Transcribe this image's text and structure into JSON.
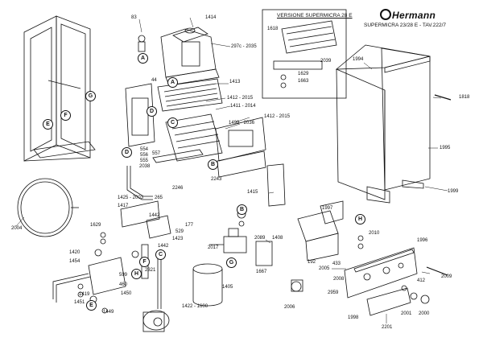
{
  "header": {
    "brand": "Hermann",
    "subtitle": "SUPERMICRA 23/28 E - TAV.222/7"
  },
  "inset": {
    "title": "VERSIONE SUPERMICRA 28 E"
  },
  "part_labels": {
    "p83": "83",
    "p1414": "1414",
    "p297c": "297c - 2035",
    "p1618": "1618",
    "p2039": "2039",
    "p1629": "1629",
    "p1663": "1663",
    "p1994": "1994",
    "p1818": "1818",
    "p44": "44",
    "p1413": "1413",
    "p1412a": "1412 - 2015",
    "p1411": "1411 - 2014",
    "p1412b": "1412 - 2015",
    "p1499": "1499 - 2036",
    "p1995": "1995",
    "p554": "554",
    "p556": "556",
    "p555": "555",
    "p2038": "2038",
    "p557": "557",
    "p2246": "2246",
    "p2243": "2243",
    "p1415": "1415",
    "p1999": "1999",
    "p1425": "1425 - 2003",
    "p265": "265",
    "p1417": "1417",
    "p1442a": "1442",
    "p2004": "2004",
    "p1629b": "1629",
    "p529": "529",
    "p177": "177",
    "p1423": "1423",
    "p1442b": "1442",
    "p1420": "1420",
    "p1454": "1454",
    "p2321": "2321",
    "p599": "599",
    "p460": "460",
    "p1450": "1450",
    "p1419": "1419",
    "p1451": "1451",
    "p1449": "1449",
    "p1422": "1422 - 1600",
    "p2017": "2017",
    "p2089": "2089",
    "p1408": "1408",
    "p1667": "1667",
    "p1405": "1405",
    "p1997": "1997",
    "p192": "192",
    "p2005": "2005",
    "p2010": "2010",
    "p1996": "1996",
    "p433": "433",
    "p2009": "2009",
    "p2008": "2008",
    "p412": "412",
    "p2959": "2959",
    "p2006": "2006",
    "p1998": "1998",
    "p2001": "2001",
    "p2000": "2000",
    "p2201": "2201"
  },
  "callouts": {
    "A1": "A",
    "A2": "A",
    "B1": "B",
    "B2": "B",
    "C1": "C",
    "C2": "C",
    "D1": "D",
    "D2": "D",
    "E1": "E",
    "E2": "E",
    "F1": "F",
    "F2": "F",
    "G1": "G",
    "G2": "G",
    "H1": "H",
    "H2": "H"
  }
}
